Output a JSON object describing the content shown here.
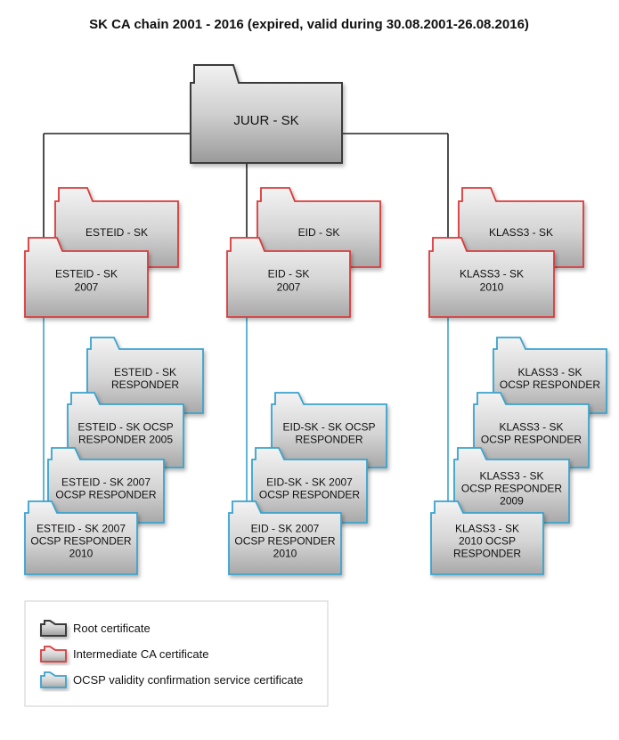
{
  "title": "SK CA chain 2001 - 2016 (expired, valid during 30.08.2001-26.08.2016)",
  "colors": {
    "root_border": "#3a3a3a",
    "intermediate_border": "#d93a3a",
    "ocsp_border": "#3aa3cc",
    "root_connector": "#222222",
    "intermediate_connector": "#3aa3cc",
    "folder_fill_light": "#f2f2f2",
    "folder_fill_dark": "#a9a9a9"
  },
  "root": {
    "label": [
      "JUUR - SK"
    ]
  },
  "branches": [
    {
      "old_ca": {
        "label": [
          "ESTEID - SK"
        ]
      },
      "ca": {
        "label": [
          "ESTEID - SK",
          "2007"
        ]
      },
      "responders": [
        {
          "label": [
            "ESTEID - SK",
            "RESPONDER"
          ]
        },
        {
          "label": [
            "ESTEID - SK OCSP",
            "RESPONDER 2005"
          ]
        },
        {
          "label": [
            "ESTEID - SK 2007",
            "OCSP RESPONDER"
          ]
        },
        {
          "label": [
            "ESTEID - SK 2007",
            "OCSP RESPONDER",
            "2010"
          ]
        }
      ]
    },
    {
      "old_ca": {
        "label": [
          "EID - SK"
        ]
      },
      "ca": {
        "label": [
          "EID - SK",
          "2007"
        ]
      },
      "responders": [
        {
          "label": [
            "EID-SK - SK OCSP",
            "RESPONDER"
          ]
        },
        {
          "label": [
            "EID-SK - SK 2007",
            "OCSP RESPONDER"
          ]
        },
        {
          "label": [
            "EID - SK 2007",
            "OCSP RESPONDER",
            "2010"
          ]
        }
      ]
    },
    {
      "old_ca": {
        "label": [
          "KLASS3 - SK"
        ]
      },
      "ca": {
        "label": [
          "KLASS3 - SK",
          "2010"
        ]
      },
      "responders": [
        {
          "label": [
            "KLASS3 - SK",
            "OCSP RESPONDER"
          ]
        },
        {
          "label": [
            "KLASS3 - SK",
            "OCSP RESPONDER"
          ]
        },
        {
          "label": [
            "KLASS3 - SK",
            "OCSP RESPONDER",
            "2009"
          ]
        },
        {
          "label": [
            "KLASS3 - SK",
            "2010 OCSP",
            "RESPONDER"
          ]
        }
      ]
    }
  ],
  "legend": [
    {
      "kind": "root",
      "label": "Root certificate"
    },
    {
      "kind": "intermediate",
      "label": "Intermediate CA certificate"
    },
    {
      "kind": "ocsp",
      "label": "OCSP validity confirmation service certificate"
    }
  ]
}
